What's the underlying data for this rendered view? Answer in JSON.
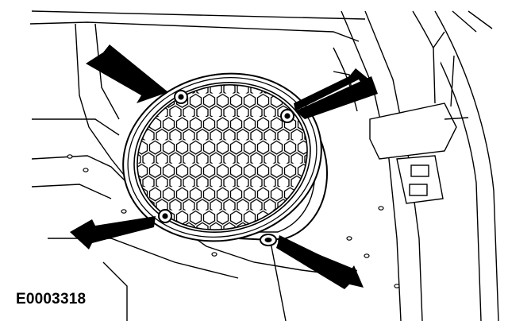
{
  "figure": {
    "id_label": "E0003318",
    "line_color": "#000000",
    "background": "#ffffff",
    "arrow_count": 4,
    "fastener_count": 4
  }
}
